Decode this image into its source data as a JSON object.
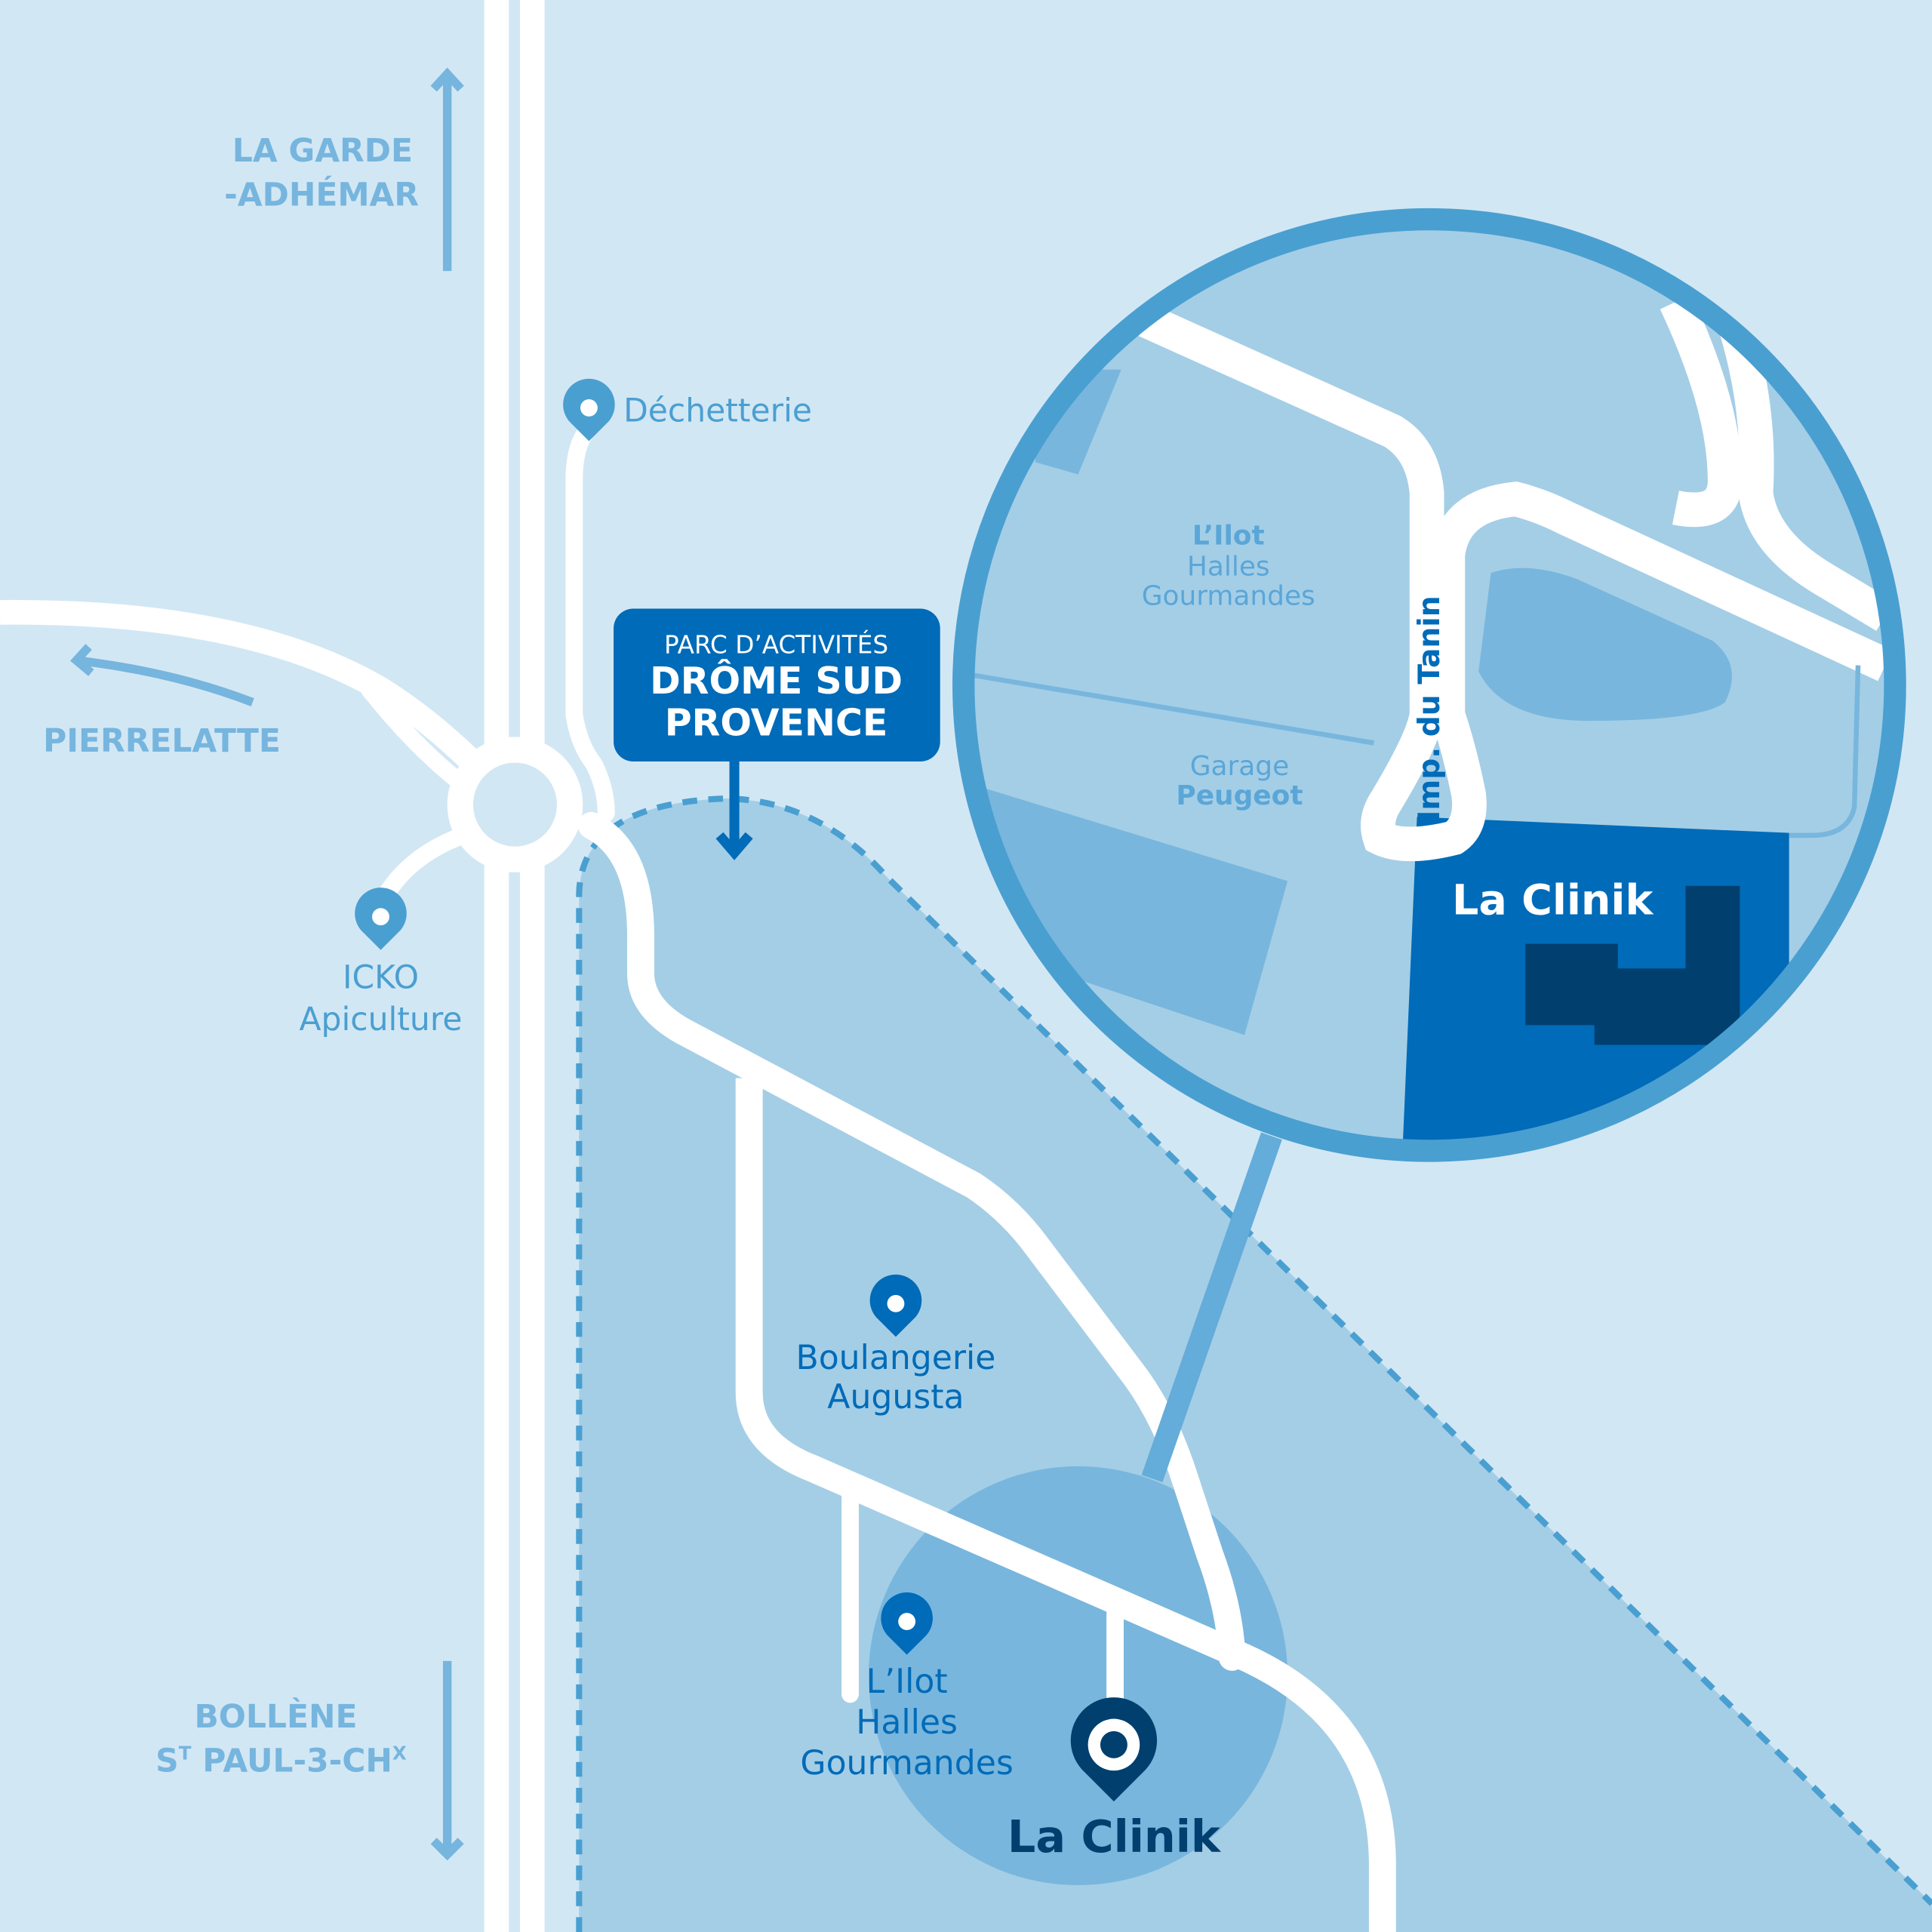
{
  "colors": {
    "background": "#d2e7f4",
    "zone": "#a4cee6",
    "highlight": "#78b6dd",
    "ring": "#4a9fd1",
    "brand": "#006bb8",
    "dark": "#003f6e",
    "road": "#ffffff"
  },
  "directions": {
    "north": {
      "line1": "LA GARDE",
      "line2": "-ADHÉMAR"
    },
    "west": {
      "label": "PIERRELATTE"
    },
    "south": {
      "line1": "BOLLÈNE",
      "line2_main": "S",
      "line2_sup1": "T",
      "line2_rest": " PAUL-3-CH",
      "line2_sup2": "X"
    }
  },
  "park_sign": {
    "line1": "PARC D’ACTIVITÉS",
    "line2": "DRÔME SUD",
    "line3": "PROVENCE"
  },
  "pois": [
    {
      "name": "Déchetterie"
    },
    {
      "line1": "ICKO",
      "line2": "Apiculture"
    },
    {
      "line1": "Boulangerie",
      "line2": "Augusta"
    },
    {
      "line1": "L’Ilot",
      "line2": "Halles",
      "line3": "Gourmandes"
    }
  ],
  "destination": {
    "label": "La Clinik"
  },
  "inset": {
    "ilot": {
      "line1": "L’Ilot",
      "line2": "Halles",
      "line3": "Gourmandes"
    },
    "garage": {
      "line1": "Garage",
      "line2": "Peugeot"
    },
    "street": "Imp. du Tanin",
    "clinik": "La Clinik"
  }
}
